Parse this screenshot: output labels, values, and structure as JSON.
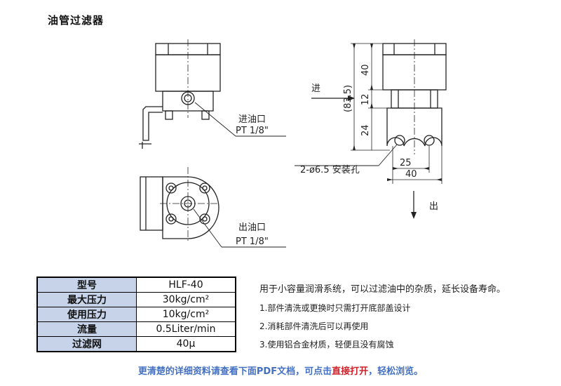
{
  "title": "油管过滤器",
  "drawing": {
    "inlet_label": "进油口",
    "inlet_thread": "PT 1/8\"",
    "outlet_label": "出油口",
    "outlet_thread": "PT 1/8\"",
    "flow_in": "进",
    "flow_out": "出",
    "dim_overall": "(83.5)",
    "dim_40": "40",
    "dim_12": "12",
    "dim_24": "24",
    "dim_25": "25",
    "dim_width": "40",
    "mount_hole": "2-ø6.5 安装孔"
  },
  "spec_table": [
    {
      "key": "型号",
      "value": "HLF-40"
    },
    {
      "key": "最大压力",
      "value": "30kg/cm²"
    },
    {
      "key": "使用压力",
      "value": "10kg/cm²"
    },
    {
      "key": "流量",
      "value": "0.5Liter/min"
    },
    {
      "key": "过滤网",
      "value": "40μ"
    }
  ],
  "description": {
    "summary": "用于小容量润滑系统，可以过滤油中的杂质，延长设备寿命。",
    "points": [
      "1.部件清洗或更换时只需打开底部盖设计",
      "2.消耗部件清洗后可以再使用",
      "3.使用铝合金材质，轻便且没有腐蚀"
    ]
  },
  "footer": {
    "text1": "更清楚的详细资料请查看下面PDF文档，可点击",
    "link": "直接打开",
    "text2": "，轻松浏览。"
  }
}
